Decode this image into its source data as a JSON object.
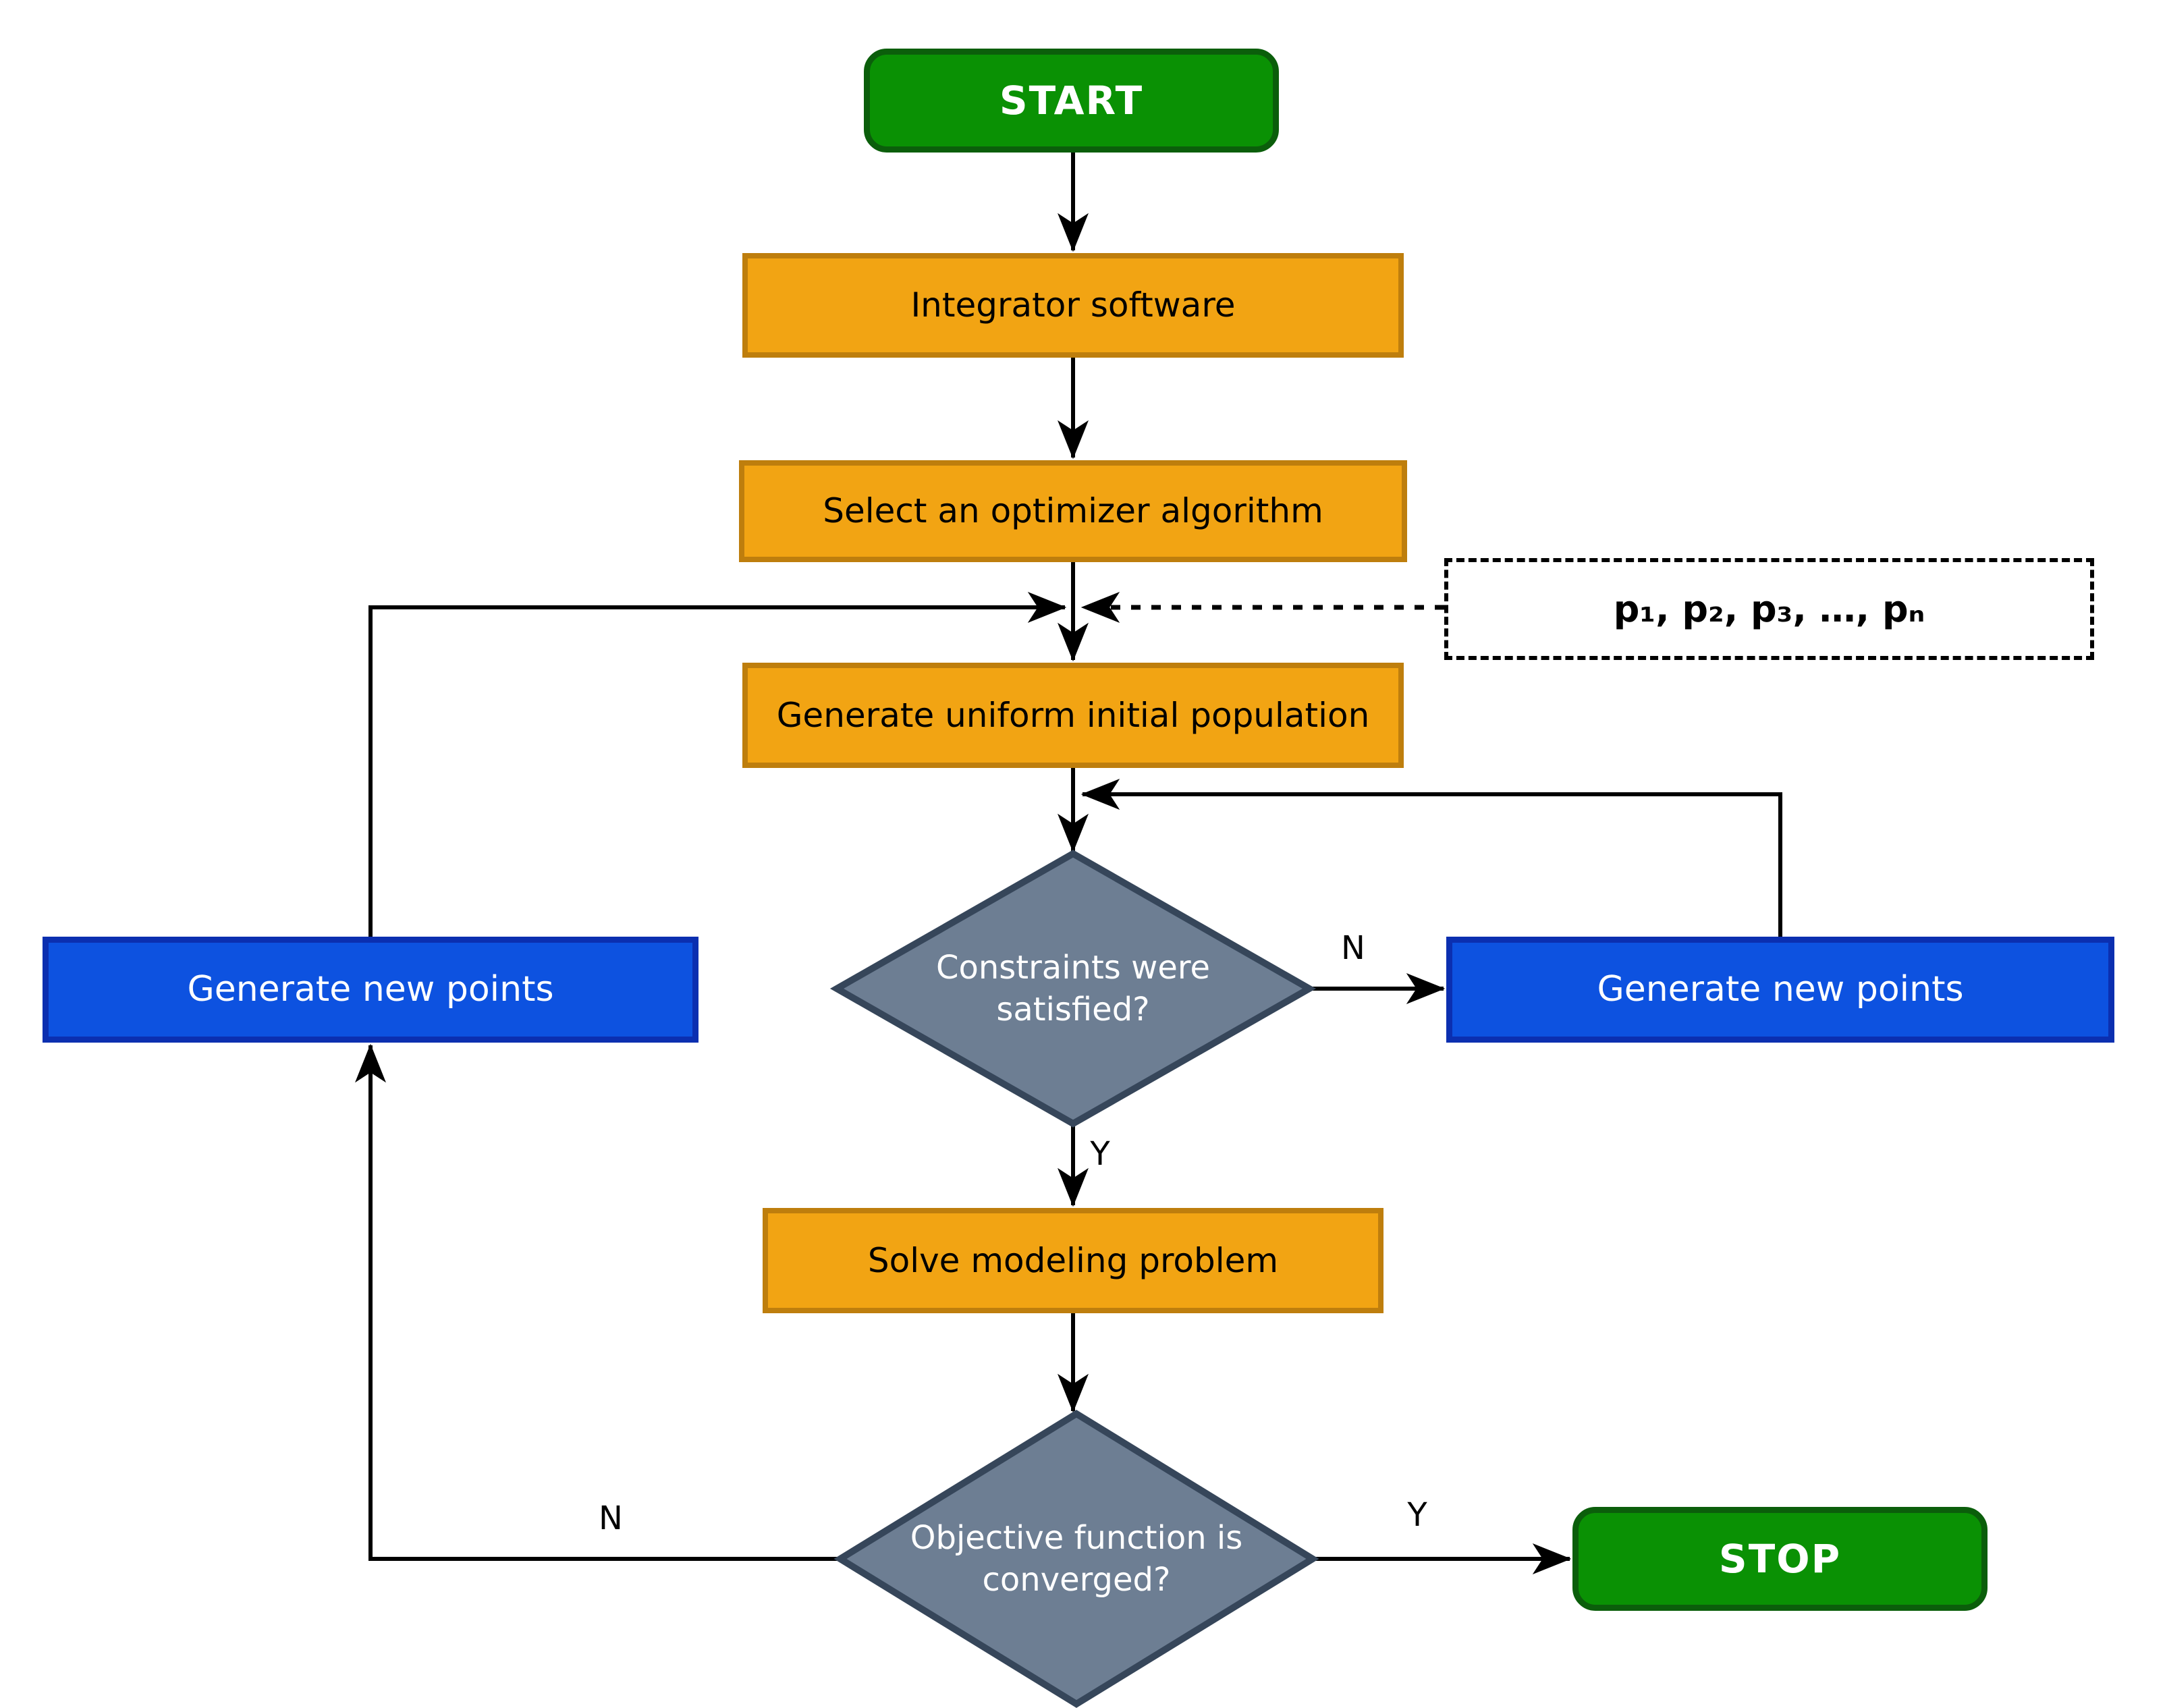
{
  "diagram": {
    "nodes": {
      "start": {
        "label": "START"
      },
      "integrator": {
        "label": "Integrator software"
      },
      "select_optimizer": {
        "label": "Select an optimizer algorithm"
      },
      "parameters": {
        "label": "p₁, p₂, p₃, …, pₙ"
      },
      "generate_population": {
        "label": "Generate uniform initial population"
      },
      "constraints_decision": {
        "label": "Constraints were satisfied?"
      },
      "generate_new_points_left": {
        "label": "Generate new points"
      },
      "generate_new_points_right": {
        "label": "Generate new points"
      },
      "solve_modeling": {
        "label": "Solve modeling problem"
      },
      "converged_decision": {
        "label": "Objective function is converged?"
      },
      "stop": {
        "label": "STOP"
      }
    },
    "edge_labels": {
      "constraints_no": "N",
      "constraints_yes": "Y",
      "converged_no": "N",
      "converged_yes": "Y"
    },
    "colors": {
      "terminator_fill": "#0A9104",
      "terminator_border": "#0B5E0B",
      "process_fill": "#F2A413",
      "process_border": "#BE7E0D",
      "loop_fill": "#0D52E0",
      "loop_border": "#0B2FB0",
      "decision_fill": "#6D7E93",
      "decision_border": "#36465A",
      "connector": "#000000"
    }
  }
}
